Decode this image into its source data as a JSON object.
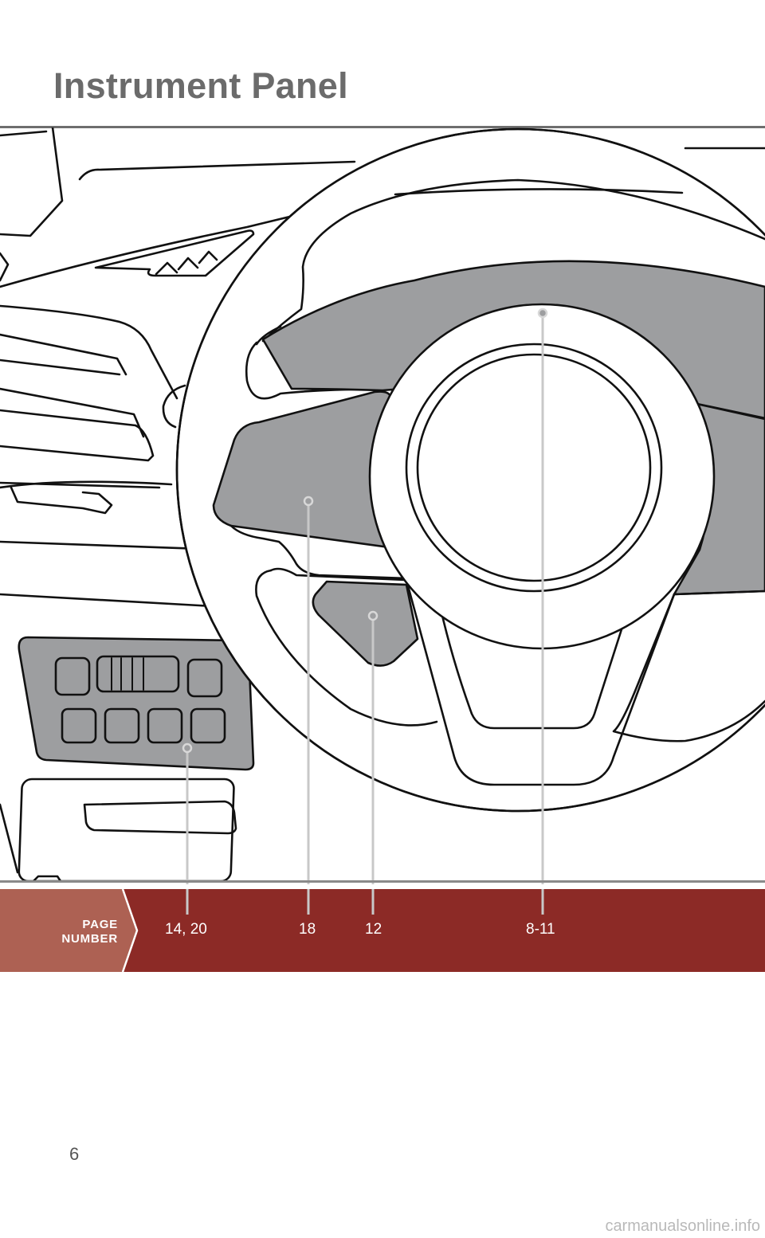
{
  "page": {
    "title": "Instrument Panel",
    "page_number": "6",
    "footer_text": "carmanualsonline.info"
  },
  "band": {
    "label": "PAGE\nNUMBER",
    "color": "#8c2a26",
    "label_color": "#ad6153"
  },
  "callouts": [
    {
      "id": "switch-panel",
      "page": "14, 20"
    },
    {
      "id": "steering-wheel-left-controls",
      "page": "18"
    },
    {
      "id": "steering-wheel-lower-control",
      "page": "12"
    },
    {
      "id": "instrument-cluster",
      "page": "8-11"
    }
  ],
  "colors": {
    "highlight_fill": "#9d9ea0",
    "outline": "#111111",
    "title": "#6b6b6b"
  }
}
